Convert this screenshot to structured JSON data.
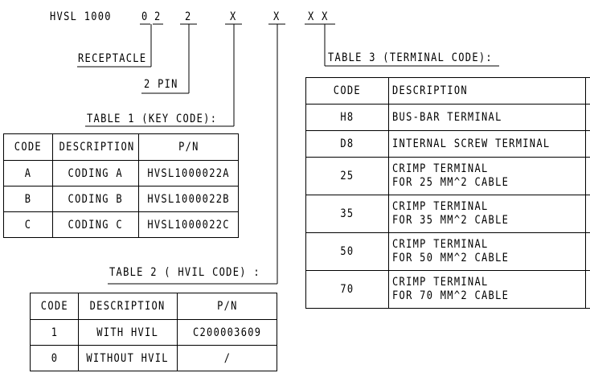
{
  "part_code": {
    "prefix": "HVSL 1000",
    "chars": [
      "0",
      "2",
      "2",
      "X",
      "X",
      "X X"
    ],
    "labels": {
      "receptacle": "RECEPTACLE",
      "pins": "2 PIN",
      "table1_title": "TABLE 1 (KEY CODE):",
      "table2_title": "TABLE 2 ( HVIL CODE) :",
      "table3_title": "TABLE 3 (TERMINAL CODE):"
    }
  },
  "table1": {
    "headers": [
      "CODE",
      "DESCRIPTION",
      "P/N"
    ],
    "rows": [
      [
        "A",
        "CODING A",
        "HVSL1000022A"
      ],
      [
        "B",
        "CODING B",
        "HVSL1000022B"
      ],
      [
        "C",
        "CODING C",
        "HVSL1000022C"
      ]
    ]
  },
  "table2": {
    "headers": [
      "CODE",
      "DESCRIPTION",
      "P/N"
    ],
    "rows": [
      [
        "1",
        "WITH HVIL",
        "C200003609"
      ],
      [
        "0",
        "WITHOUT HVIL",
        "/"
      ]
    ]
  },
  "table3": {
    "headers": [
      "CODE",
      "DESCRIPTION"
    ],
    "rows": [
      [
        "H8",
        [
          "BUS-BAR TERMINAL"
        ]
      ],
      [
        "D8",
        [
          "INTERNAL SCREW TERMINAL"
        ]
      ],
      [
        "25",
        [
          "CRIMP TERMINAL",
          "FOR 25 MM^2 CABLE"
        ]
      ],
      [
        "35",
        [
          "CRIMP TERMINAL",
          "FOR 35 MM^2 CABLE"
        ]
      ],
      [
        "50",
        [
          "CRIMP TERMINAL",
          "FOR 50 MM^2 CABLE"
        ]
      ],
      [
        "70",
        [
          "CRIMP TERMINAL",
          "FOR 70 MM^2 CABLE"
        ]
      ]
    ]
  }
}
